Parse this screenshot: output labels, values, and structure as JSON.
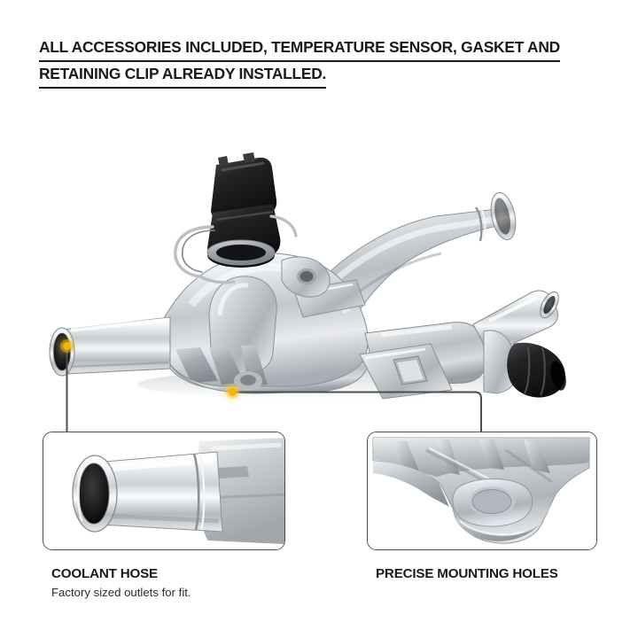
{
  "headline": {
    "lines": [
      "ALL ACCESSORIES INCLUDED, TEMPERATURE SENSOR, GASKET AND",
      "RETAINING CLIP ALREADY INSTALLED."
    ]
  },
  "product": {
    "alt": "Aluminum engine coolant thermostat housing assembly with temperature sensor, outlets and mounting flange",
    "material_color": "#c9ccce",
    "sensor_color": "#1d1d1f",
    "grommet_color": "#1d1d1f"
  },
  "callouts": [
    {
      "id": "coolant-hose",
      "marker_color": "#f7b500",
      "title": "COOLANT HOSE",
      "subtitle": "Factory sized outlets for fit.",
      "panel_alt": "Close-up of polished aluminum coolant hose outlet tube with dark bore"
    },
    {
      "id": "precise-mounting-holes",
      "marker_color": "#f7b500",
      "title": "PRECISE MOUNTING HOLES",
      "subtitle": "",
      "panel_alt": "Close-up of cast aluminum mounting flange with reinforcing ribs and bolt hole boss"
    }
  ],
  "colors": {
    "background": "#ffffff",
    "text": "#1a1a1a",
    "panel_border": "#4d4d4d",
    "leader_line": "#4d4d4d",
    "marker": "#f7b500"
  }
}
